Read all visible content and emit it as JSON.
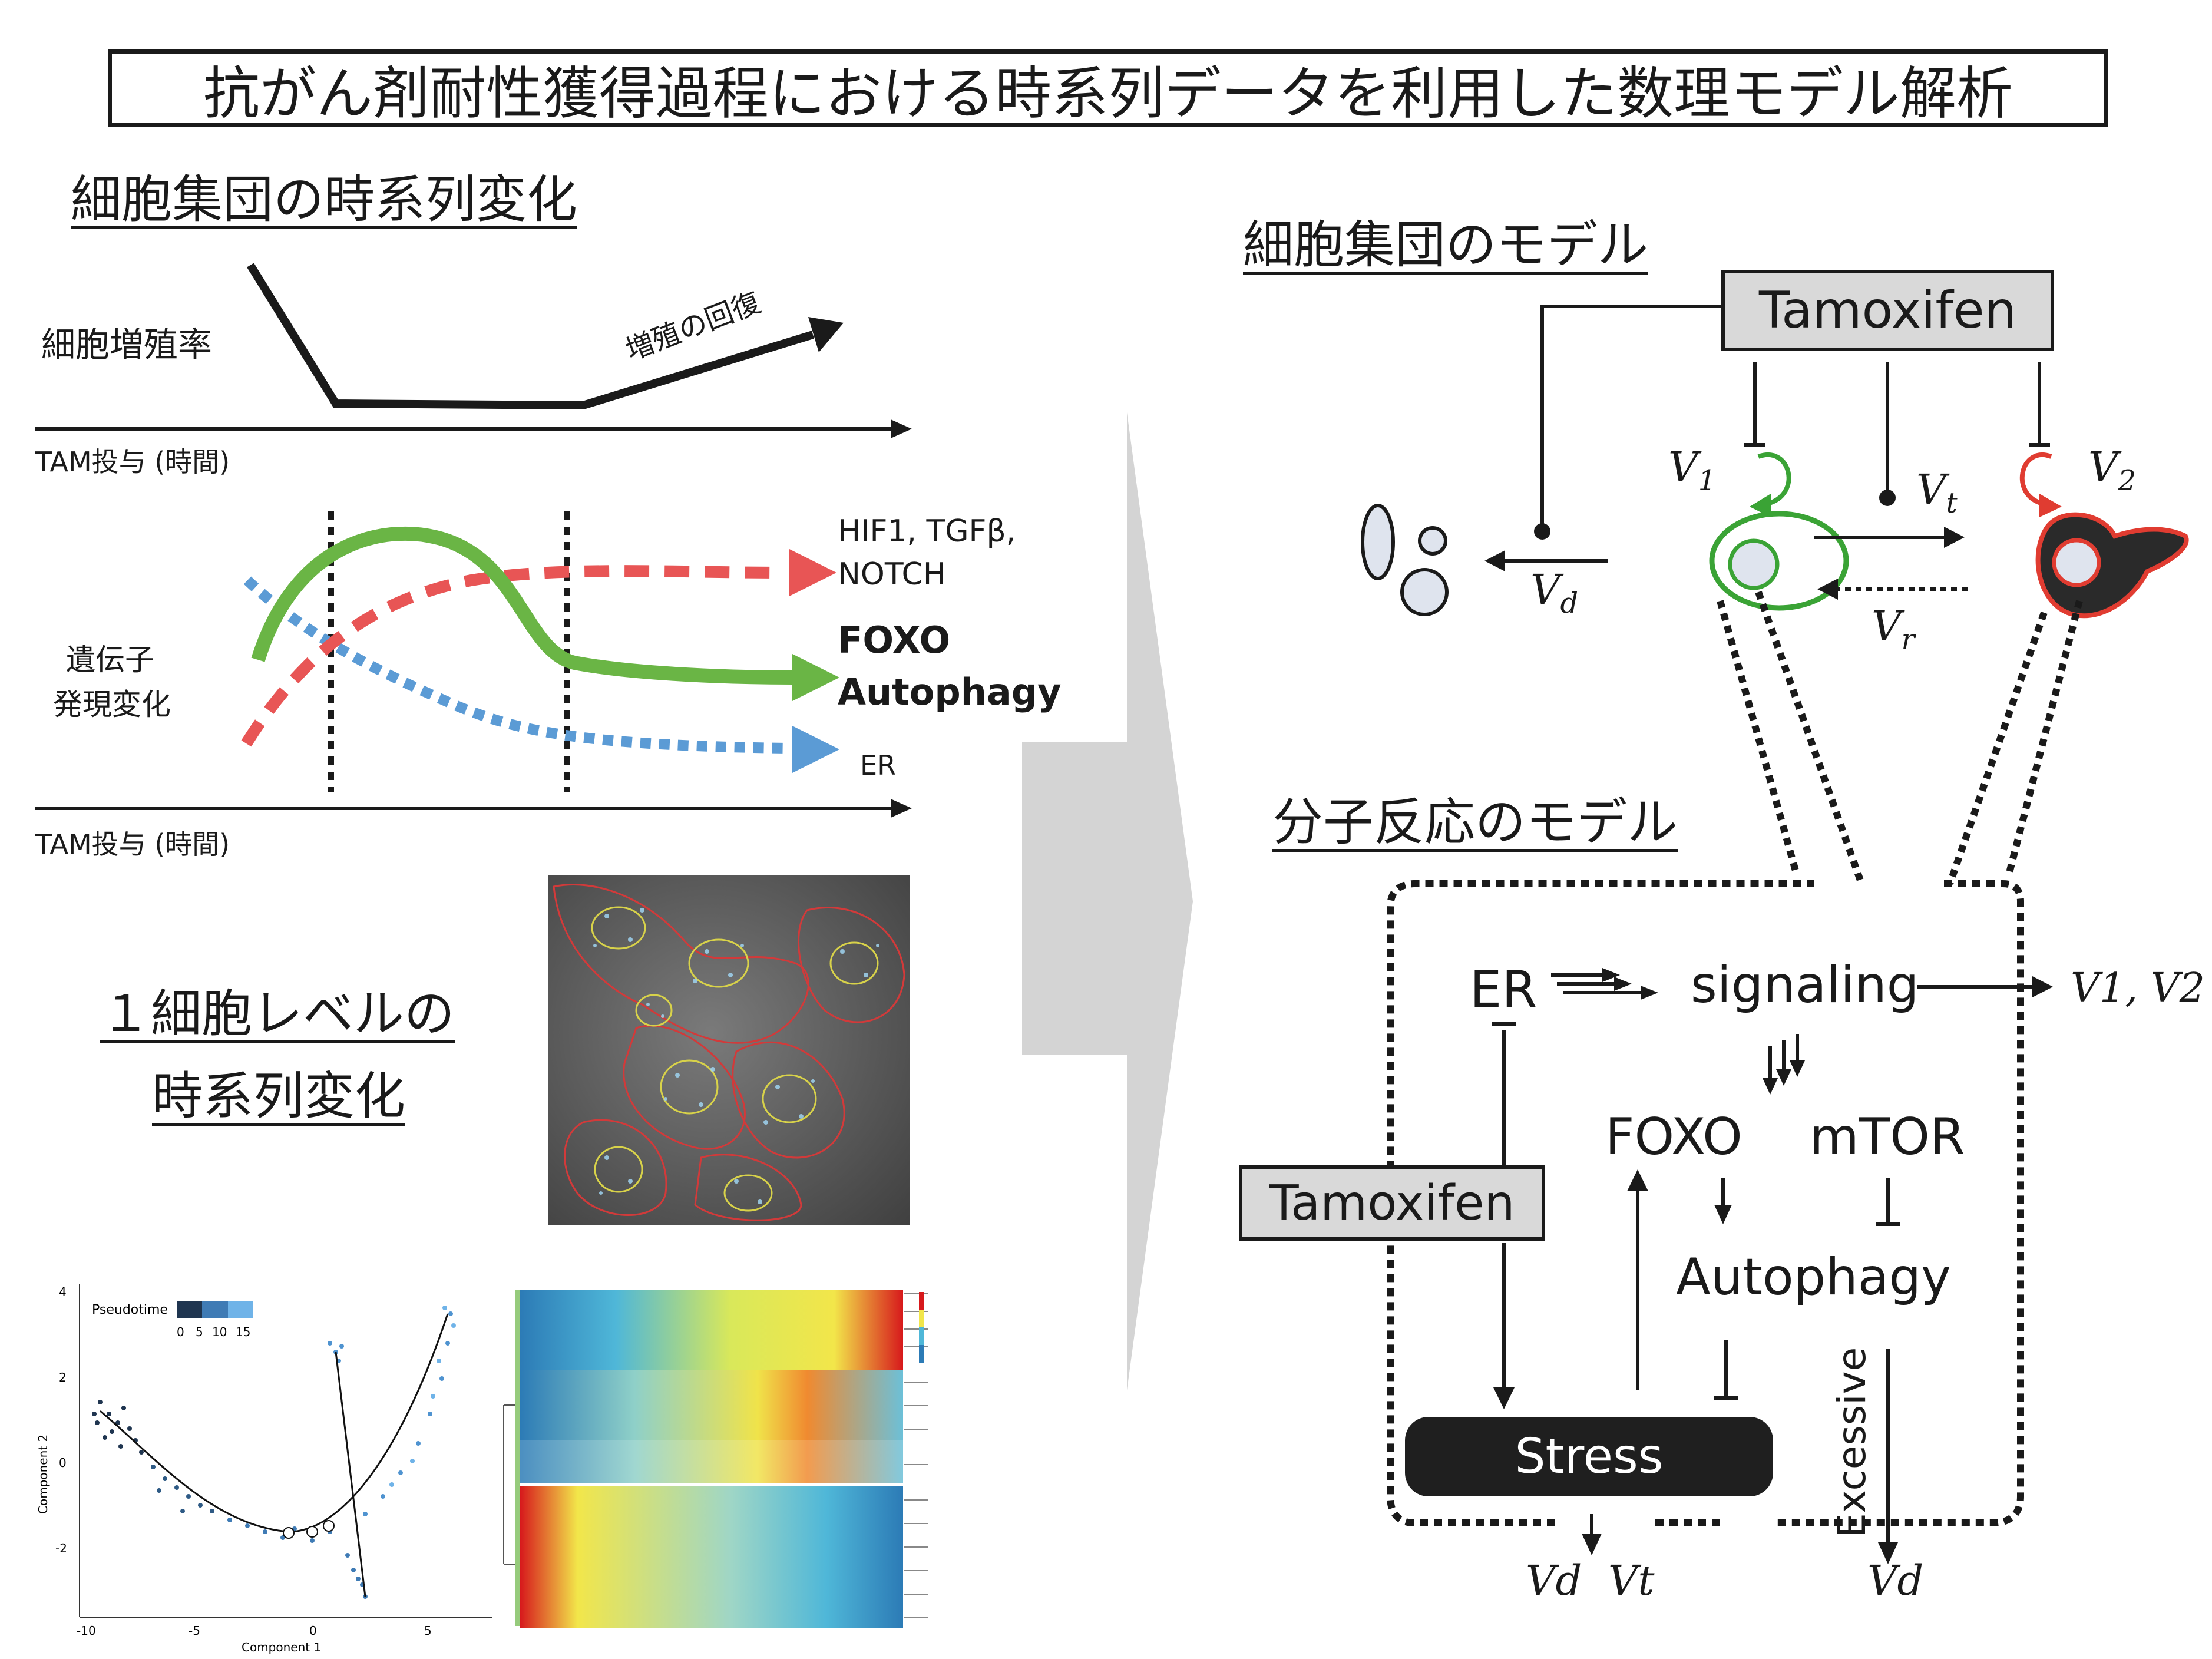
{
  "title": "抗がん剤耐性獲得過程における時系列データを利用した数理モデル解析",
  "left": {
    "heading_population": "細胞集団の時系列変化",
    "growth_ylabel": "細胞増殖率",
    "growth_annotation": "増殖の回復",
    "xlabel_tam_1": "TAM投与 (時間)",
    "xlabel_tam_2": "TAM投与 (時間)",
    "gene_ylabel_1": "遺伝子",
    "gene_ylabel_2": "発現変化",
    "gene_series": [
      {
        "name_line1": "HIF1, TGFβ,",
        "name_line2": "NOTCH",
        "color": "#e85555",
        "style": "dashed"
      },
      {
        "name_line1": "FOXO",
        "name_line2": "Autophagy",
        "color": "#6ab545",
        "style": "solid"
      },
      {
        "name_line1": "ER",
        "color": "#5b9bd5",
        "style": "dotted"
      }
    ],
    "heading_single_1": "１細胞レベルの",
    "heading_single_2": "時系列変化",
    "pseudotime": {
      "legend_title": "Pseudotime",
      "legend_ticks": [
        "0",
        "5",
        "10",
        "15"
      ],
      "x_title": "Component 1",
      "y_title": "Component 2",
      "x_ticks": [
        "-10",
        "-5",
        "0",
        "5"
      ],
      "y_ticks": [
        "4",
        "2",
        "0",
        "-2"
      ],
      "branch_marks": [
        "1",
        "2",
        "3"
      ]
    }
  },
  "right": {
    "heading_population_model": "細胞集団のモデル",
    "tamoxifen_top": "Tamoxifen",
    "rates": {
      "v1_main": "V",
      "v1_sub": "1",
      "v2_main": "V",
      "v2_sub": "2",
      "vt_main": "V",
      "vt_sub": "t",
      "vd_main": "V",
      "vd_sub": "d",
      "vr_main": "V",
      "vr_sub": "r"
    },
    "heading_molecular_model": "分子反応のモデル",
    "mol": {
      "er": "ER",
      "signaling": "signaling",
      "signaling_output": "V1, V2",
      "foxo": "FOXO",
      "mtor": "mTOR",
      "autophagy": "Autophagy",
      "tamoxifen": "Tamoxifen",
      "stress": "Stress",
      "excessive": "Excessive",
      "bottom_left": "Vd  Vt",
      "bottom_right": "Vd"
    }
  },
  "colors": {
    "green": "#3aa335",
    "red": "#e03c31",
    "blue_dot": "#5b9bd5",
    "gray_box": "#d9d9d9",
    "arrow_gray": "#d4d4d4"
  }
}
